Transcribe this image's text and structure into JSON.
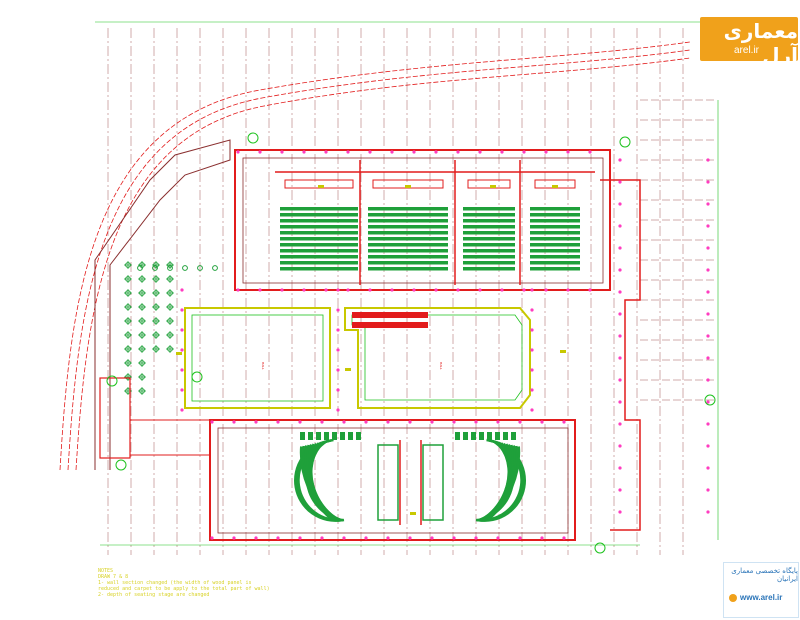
{
  "logo": {
    "text_fa": "معماری آرل",
    "text_en": "arel.ir",
    "color": "#f0a11b"
  },
  "stamp": {
    "line1": "پایگاه تخصصی معماری ایرانیان",
    "line2": "",
    "url": "www.arel.ir"
  },
  "notes": {
    "title": "NOTES",
    "lines": [
      "DRAW 7 & 8",
      "1-  wall section changed (the width of wood panel is",
      "     reduced and carpet to be apply to the total part of wall)",
      "2-  depth of seating stage are changed"
    ]
  },
  "plan": {
    "hall_labels": [
      "HALL",
      "HALL"
    ],
    "colors": {
      "wall": "#e21c1c",
      "seat": "#1fa03a",
      "grid": "#8a2f2f",
      "accent": "#c8c800",
      "pink": "#ff3cc0",
      "dim": "#1ec21e"
    }
  }
}
